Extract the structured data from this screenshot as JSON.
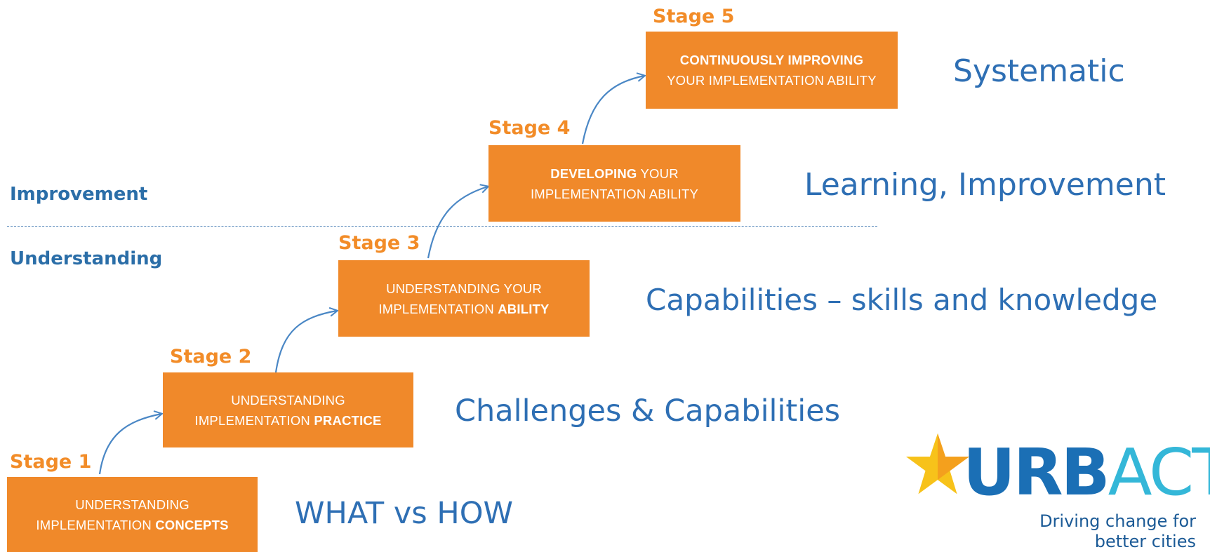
{
  "levels": {
    "improvement": "Improvement",
    "understanding": "Understanding"
  },
  "stages": [
    {
      "label": "Stage 1",
      "line1": "UNDERSTANDING",
      "line2_plain": "IMPLEMENTATION ",
      "line2_bold": "CONCEPTS",
      "description": "WHAT vs HOW"
    },
    {
      "label": "Stage 2",
      "line1": "UNDERSTANDING",
      "line2_plain": "IMPLEMENTATION ",
      "line2_bold": "PRACTICE",
      "description": "Challenges & Capabilities"
    },
    {
      "label": "Stage 3",
      "line1": "UNDERSTANDING YOUR",
      "line2_plain": "IMPLEMENTATION ",
      "line2_bold": "ABILITY",
      "description": "Capabilities – skills and knowledge"
    },
    {
      "label": "Stage 4",
      "line1_bold": "DEVELOPING",
      "line1_plain": " YOUR",
      "line2": "IMPLEMENTATION ABILITY",
      "description": "Learning, Improvement"
    },
    {
      "label": "Stage 5",
      "line1_bold": "CONTINUOUSLY IMPROVING",
      "line2": "YOUR IMPLEMENTATION ABILITY",
      "description": "Systematic"
    }
  ],
  "logo": {
    "word_part1": "URB",
    "word_part2": "ACT",
    "tagline_line1": "Driving change for",
    "tagline_line2": "better cities",
    "icon": "star-icon"
  },
  "colors": {
    "stage_orange": "#f0892a",
    "label_orange": "#f28c28",
    "text_blue": "#2e6fb4",
    "logo_dark_blue": "#1b6fb5",
    "logo_light_blue": "#34b7d8",
    "star_yellow": "#f7c21a",
    "arrow_blue": "#4a87c5"
  }
}
